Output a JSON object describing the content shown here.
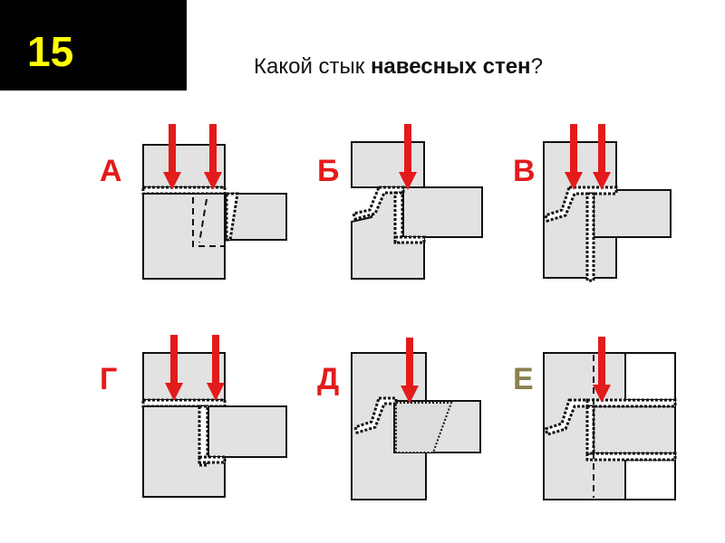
{
  "slide_number": "15",
  "title": {
    "part1": "Какой стык ",
    "bold": "навесных стен",
    "part2": "?"
  },
  "options": [
    {
      "letter": "А",
      "color": "#e31b1b"
    },
    {
      "letter": "Б",
      "color": "#e31b1b"
    },
    {
      "letter": "В",
      "color": "#e31b1b"
    },
    {
      "letter": "Г",
      "color": "#e31b1b"
    },
    {
      "letter": "Д",
      "color": "#e31b1b"
    },
    {
      "letter": "Е",
      "color": "#8a8150"
    }
  ],
  "colors": {
    "arrow": "#e31b1b",
    "number": "#ffff00",
    "wall": "#e2e2e2"
  }
}
